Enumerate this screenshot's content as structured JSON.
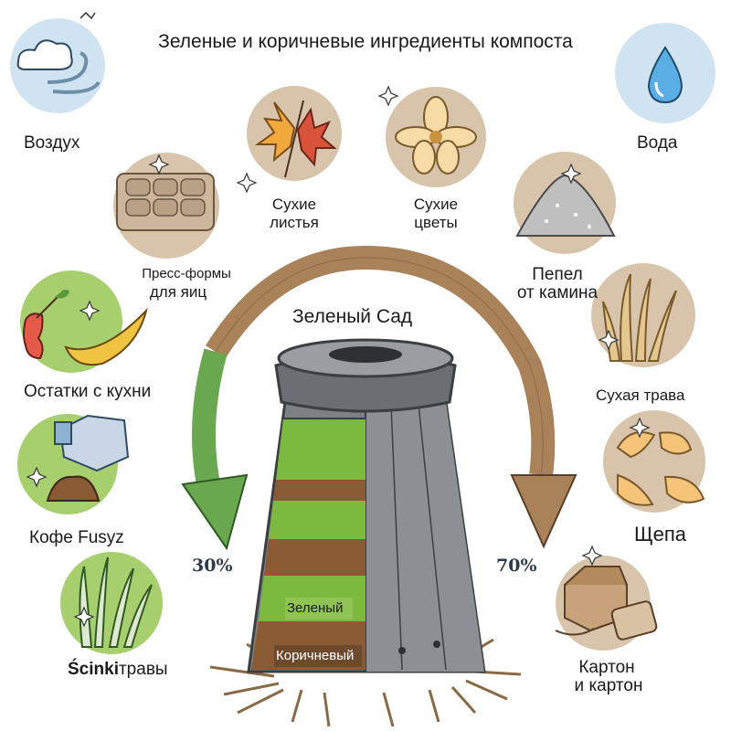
{
  "title": "Зеленые и коричневые ингредиенты компоста",
  "center_label": "Зеленый Сад",
  "layers": {
    "green_label": "Зеленый",
    "brown_label": "Коричневый"
  },
  "percentages": {
    "green": "30%",
    "brown": "70%"
  },
  "items": {
    "air": "Воздух",
    "water": "Вода",
    "dry_leaves_1": "Сухие",
    "dry_leaves_2": "листья",
    "dry_flowers_1": "Сухие",
    "dry_flowers_2": "цветы",
    "egg_1": "Пресс-формы",
    "egg_2": "для яиц",
    "ash_1": "Пепел",
    "ash_2": "от камина",
    "kitchen": "Остатки с кухни",
    "dry_grass": "Сухая трава",
    "coffee": "Кофе Fusyz",
    "wood_chips": "Щепа",
    "grass_bold": "Ścinki",
    "grass_rest": "травы",
    "cardboard_1": "Картон",
    "cardboard_2": "и картон"
  },
  "colors": {
    "green_arrow": "#6aa84f",
    "brown_arrow": "#a9825a",
    "circle_bg": "#d8c4aa",
    "green_circle_bg": "#a8cf6e",
    "blue_circle_bg": "#cfe3f1"
  },
  "icons": [
    "cloud-wind-icon",
    "water-drop-icon",
    "maple-leaf-icon",
    "dry-flower-icon",
    "egg-carton-icon",
    "ash-pile-icon",
    "apple-banana-icon",
    "dry-grass-icon",
    "coffee-grounds-icon",
    "wood-chips-icon",
    "grass-icon",
    "cardboard-box-icon",
    "compost-bin-icon"
  ]
}
